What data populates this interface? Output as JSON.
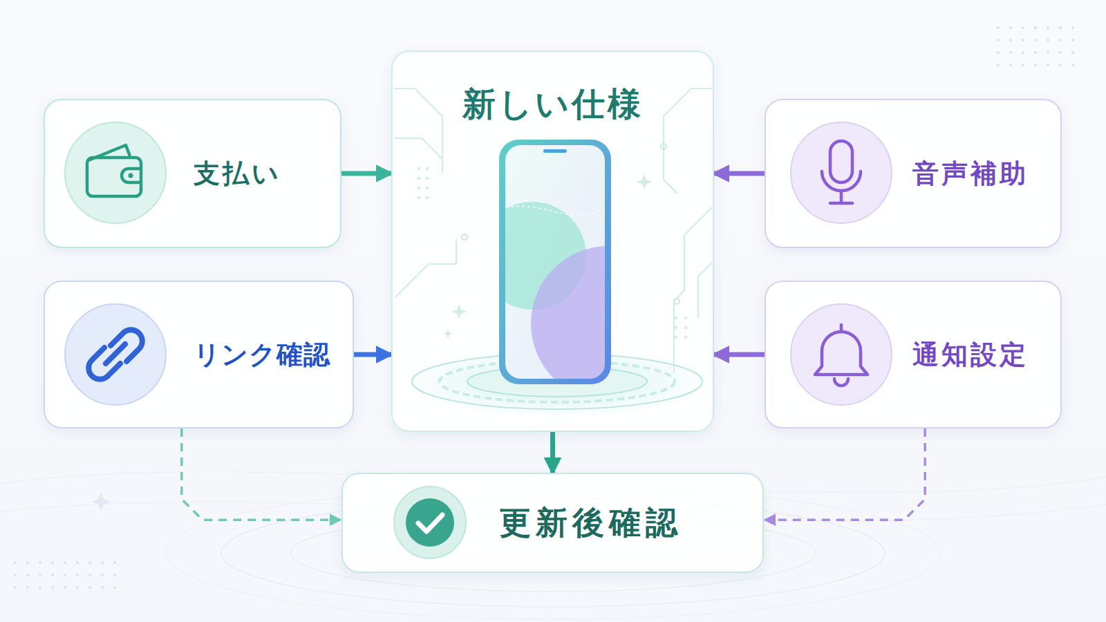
{
  "diagram": {
    "nodes": [
      {
        "text": [
          "支払い"
        ]
      },
      {
        "text": [
          "新しい仕様"
        ]
      },
      {
        "text": [
          "音声補助"
        ]
      },
      {
        "text": [
          "リンク確認"
        ]
      },
      {
        "text": [
          "通知設定"
        ]
      },
      {
        "text": [
          "更新後確認"
        ]
      }
    ],
    "edges": [
      {
        "from": 0,
        "to": 1,
        "arrow": "to"
      },
      {
        "from": 2,
        "to": 1,
        "arrow": "to"
      },
      {
        "from": 3,
        "to": 1,
        "arrow": "to"
      },
      {
        "from": 4,
        "to": 1,
        "arrow": "to"
      },
      {
        "from": 1,
        "to": 5,
        "arrow": "to"
      },
      {
        "from": 3,
        "to": 5,
        "arrow": "to"
      },
      {
        "from": 4,
        "to": 5,
        "arrow": "to"
      }
    ]
  }
}
